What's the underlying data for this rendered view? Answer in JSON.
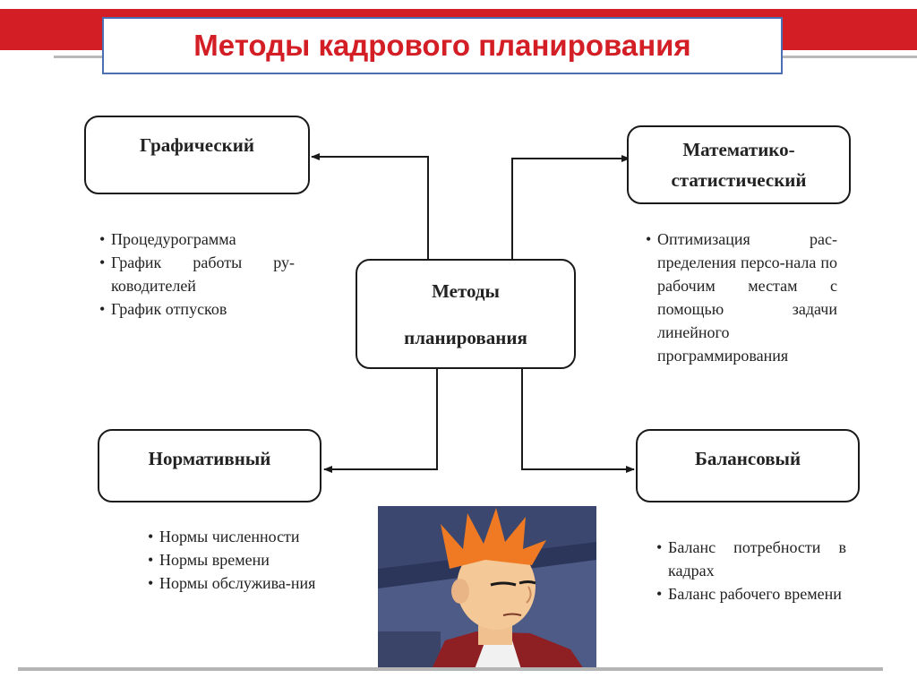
{
  "slide": {
    "title": "Методы кадрового планирования"
  },
  "diagram": {
    "center": {
      "line1": "Методы",
      "line2": "планирования"
    },
    "graphic": {
      "label": "Графический",
      "items": [
        "Процедурограмма",
        "График работы ру-ководителей",
        "График отпусков"
      ]
    },
    "math": {
      "line1": "Математико-",
      "line2": "статистический",
      "items": [
        "Оптимизация рас-пределения персо-нала по рабочим местам с помощью задачи линейного программирования"
      ]
    },
    "normative": {
      "label": "Нормативный",
      "items": [
        "Нормы численности",
        "Нормы времени",
        "Нормы обслужива-ния"
      ]
    },
    "balance": {
      "label": "Балансовый",
      "items": [
        "Баланс потребности в кадрах",
        "Баланс рабочего времени"
      ]
    }
  },
  "colors": {
    "accent": "#d41e26",
    "title_border": "#4a6fb3",
    "rule": "#b5b5b5"
  }
}
